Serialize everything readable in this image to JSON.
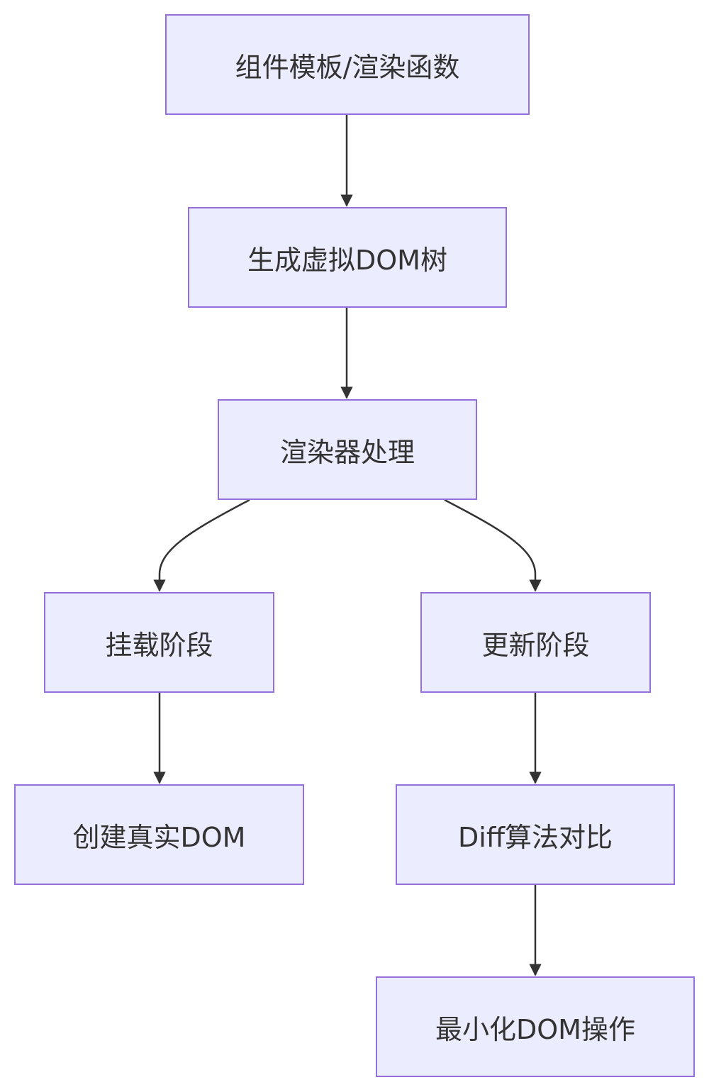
{
  "nodes": {
    "template": "组件模板/渲染函数",
    "vdom": "生成虚拟DOM树",
    "renderer": "渲染器处理",
    "mount": "挂载阶段",
    "update": "更新阶段",
    "real_dom": "创建真实DOM",
    "diff": "Diff算法对比",
    "minimal_ops": "最小化DOM操作"
  },
  "edges": [
    {
      "from": "template",
      "to": "vdom"
    },
    {
      "from": "vdom",
      "to": "renderer"
    },
    {
      "from": "renderer",
      "to": "mount"
    },
    {
      "from": "renderer",
      "to": "update"
    },
    {
      "from": "mount",
      "to": "real_dom"
    },
    {
      "from": "update",
      "to": "diff"
    },
    {
      "from": "diff",
      "to": "minimal_ops"
    }
  ],
  "colors": {
    "node_fill": "#ececff",
    "node_border": "#9370db",
    "text": "#333333",
    "edge": "#333333"
  }
}
